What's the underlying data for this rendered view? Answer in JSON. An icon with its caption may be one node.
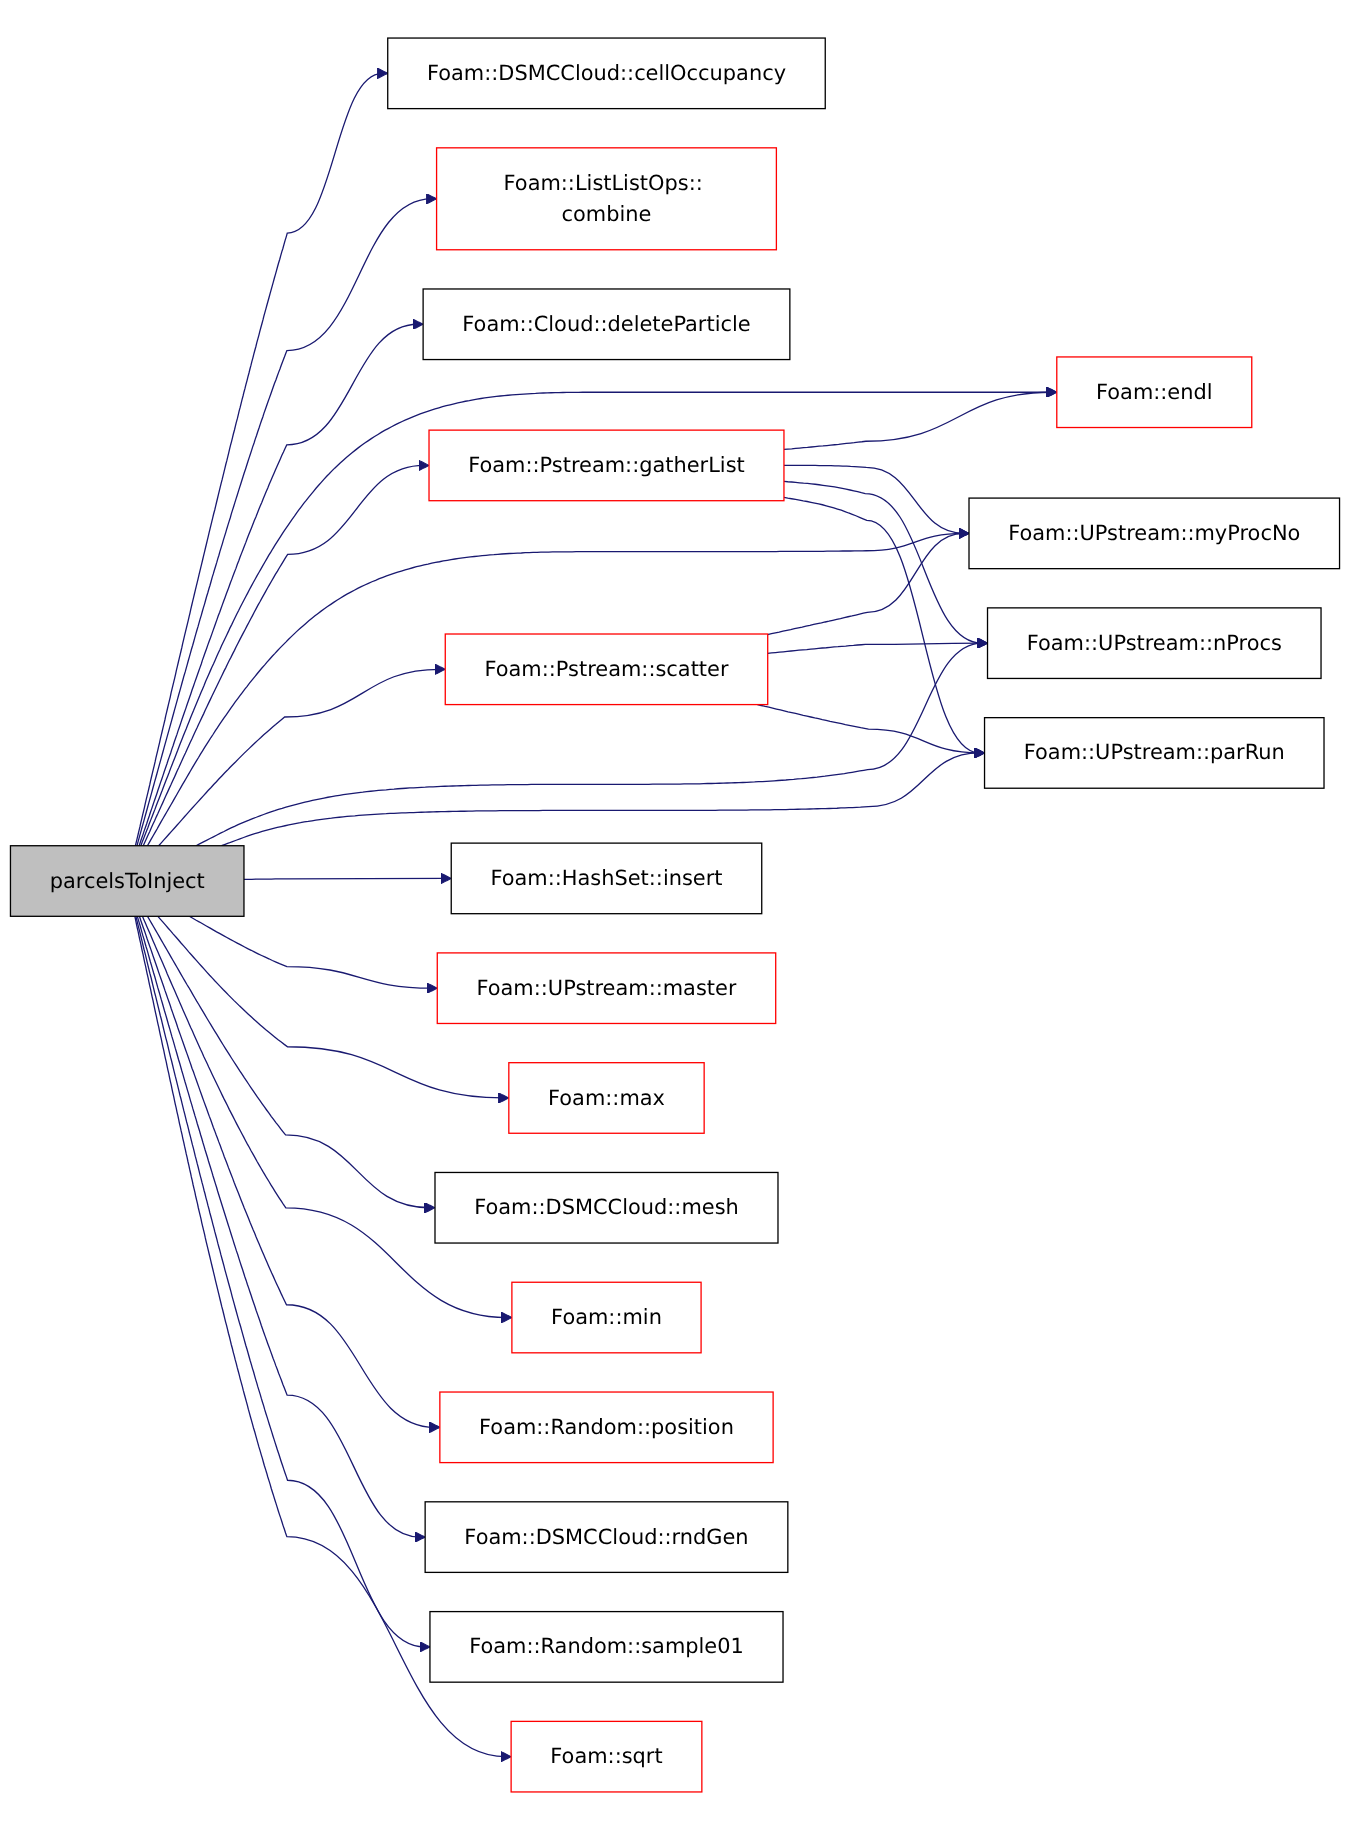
{
  "diagram": {
    "nodes": [
      {
        "text": [
          "parcelsToInject"
        ]
      },
      {
        "text": [
          "Foam::DSMCCloud::cellOccupancy"
        ]
      },
      {
        "text": [
          "Foam::ListListOps:: combine"
        ]
      },
      {
        "text": [
          "Foam::Cloud::deleteParticle"
        ]
      },
      {
        "text": [
          "Foam::endl"
        ]
      },
      {
        "text": [
          "Foam::Pstream::gatherList"
        ]
      },
      {
        "text": [
          "Foam::UPstream::myProcNo"
        ]
      },
      {
        "text": [
          "Foam::Pstream::scatter"
        ]
      },
      {
        "text": [
          "Foam::UPstream::nProcs"
        ]
      },
      {
        "text": [
          "Foam::UPstream::parRun"
        ]
      },
      {
        "text": [
          "Foam::HashSet::insert"
        ]
      },
      {
        "text": [
          "Foam::UPstream::master"
        ]
      },
      {
        "text": [
          "Foam::max"
        ]
      },
      {
        "text": [
          "Foam::DSMCCloud::mesh"
        ]
      },
      {
        "text": [
          "Foam::min"
        ]
      },
      {
        "text": [
          "Foam::Random::position"
        ]
      },
      {
        "text": [
          "Foam::DSMCCloud::rndGen"
        ]
      },
      {
        "text": [
          "Foam::Random::sample01"
        ]
      },
      {
        "text": [
          "Foam::sqrt"
        ]
      }
    ],
    "edges": [
      {
        "from": 0,
        "to": 1,
        "arrow": "to"
      },
      {
        "from": 0,
        "to": 2,
        "arrow": "to"
      },
      {
        "from": 0,
        "to": 3,
        "arrow": "to"
      },
      {
        "from": 0,
        "to": 4,
        "arrow": "to"
      },
      {
        "from": 0,
        "to": 5,
        "arrow": "to"
      },
      {
        "from": 0,
        "to": 6,
        "arrow": "to"
      },
      {
        "from": 0,
        "to": 7,
        "arrow": "to"
      },
      {
        "from": 0,
        "to": 8,
        "arrow": "to"
      },
      {
        "from": 0,
        "to": 9,
        "arrow": "to"
      },
      {
        "from": 0,
        "to": 10,
        "arrow": "to"
      },
      {
        "from": 0,
        "to": 11,
        "arrow": "to"
      },
      {
        "from": 0,
        "to": 12,
        "arrow": "to"
      },
      {
        "from": 0,
        "to": 13,
        "arrow": "to"
      },
      {
        "from": 0,
        "to": 14,
        "arrow": "to"
      },
      {
        "from": 0,
        "to": 15,
        "arrow": "to"
      },
      {
        "from": 0,
        "to": 16,
        "arrow": "to"
      },
      {
        "from": 0,
        "to": 17,
        "arrow": "to"
      },
      {
        "from": 0,
        "to": 18,
        "arrow": "to"
      },
      {
        "from": 5,
        "to": 4,
        "arrow": "to"
      },
      {
        "from": 5,
        "to": 6,
        "arrow": "to"
      },
      {
        "from": 5,
        "to": 8,
        "arrow": "to"
      },
      {
        "from": 5,
        "to": 9,
        "arrow": "to"
      },
      {
        "from": 7,
        "to": 6,
        "arrow": "to"
      },
      {
        "from": 7,
        "to": 8,
        "arrow": "to"
      },
      {
        "from": 7,
        "to": 9,
        "arrow": "to"
      }
    ]
  }
}
